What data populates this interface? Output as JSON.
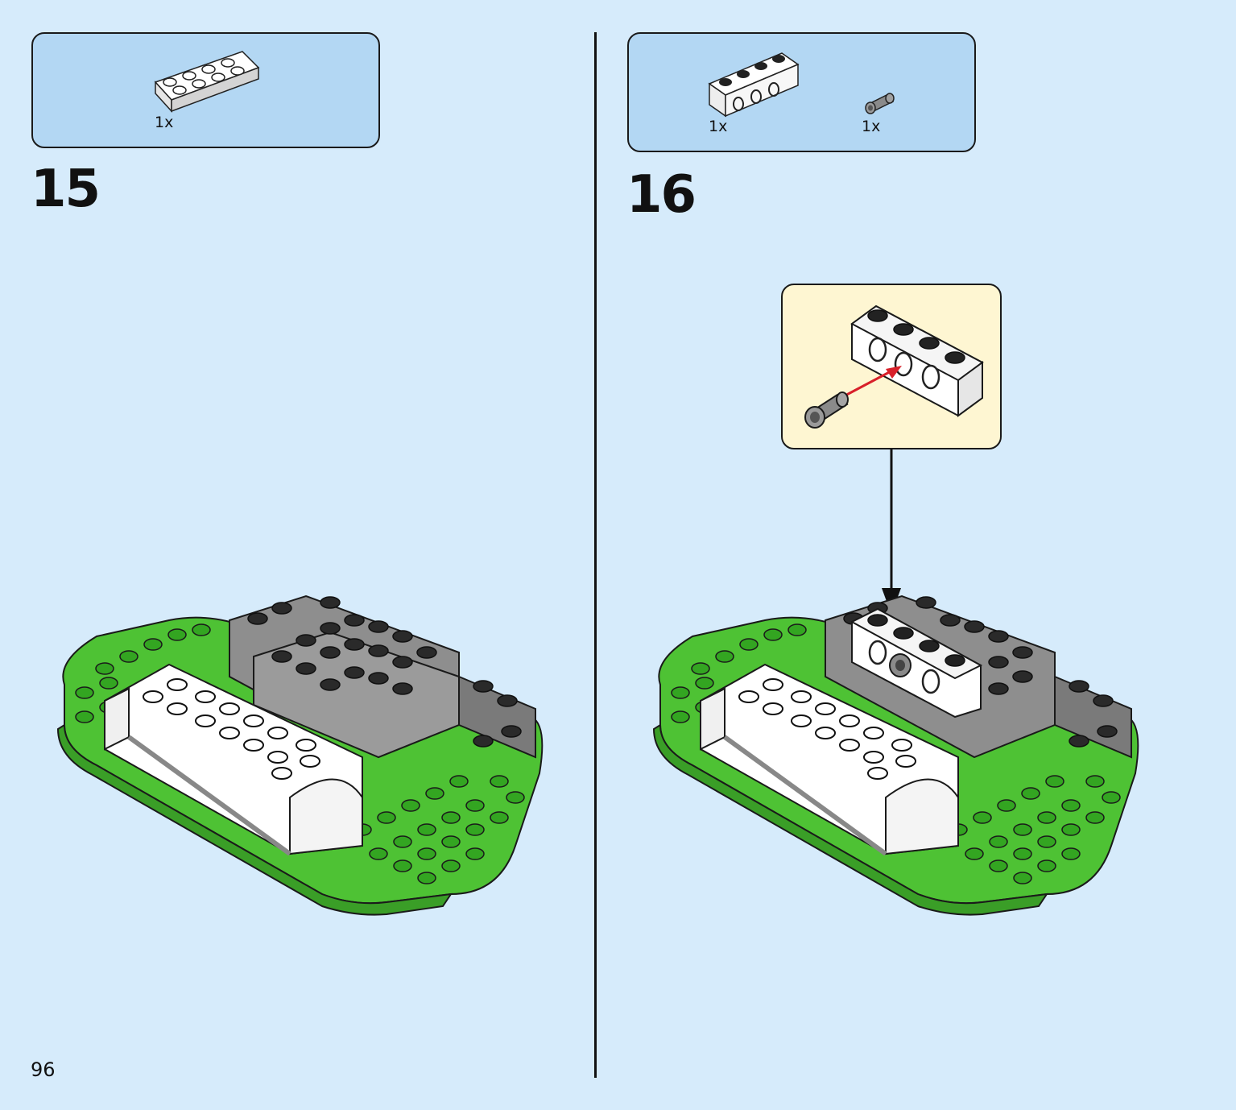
{
  "page": {
    "number": "96"
  },
  "steps": [
    {
      "number": "15",
      "parts": [
        {
          "part": "white-2x4-plate",
          "quantity": "1x"
        }
      ]
    },
    {
      "number": "16",
      "parts": [
        {
          "part": "white-1x4-technic-brick",
          "quantity": "1x"
        },
        {
          "part": "gray-technic-pin",
          "quantity": "1x"
        }
      ]
    }
  ],
  "colors": {
    "background": "#d6ebfb",
    "parts_box": "#b3d7f3",
    "callout": "#fef6d2",
    "green": "#4ec234",
    "gray": "#8e8e8e",
    "arrow": "#d8202a"
  }
}
